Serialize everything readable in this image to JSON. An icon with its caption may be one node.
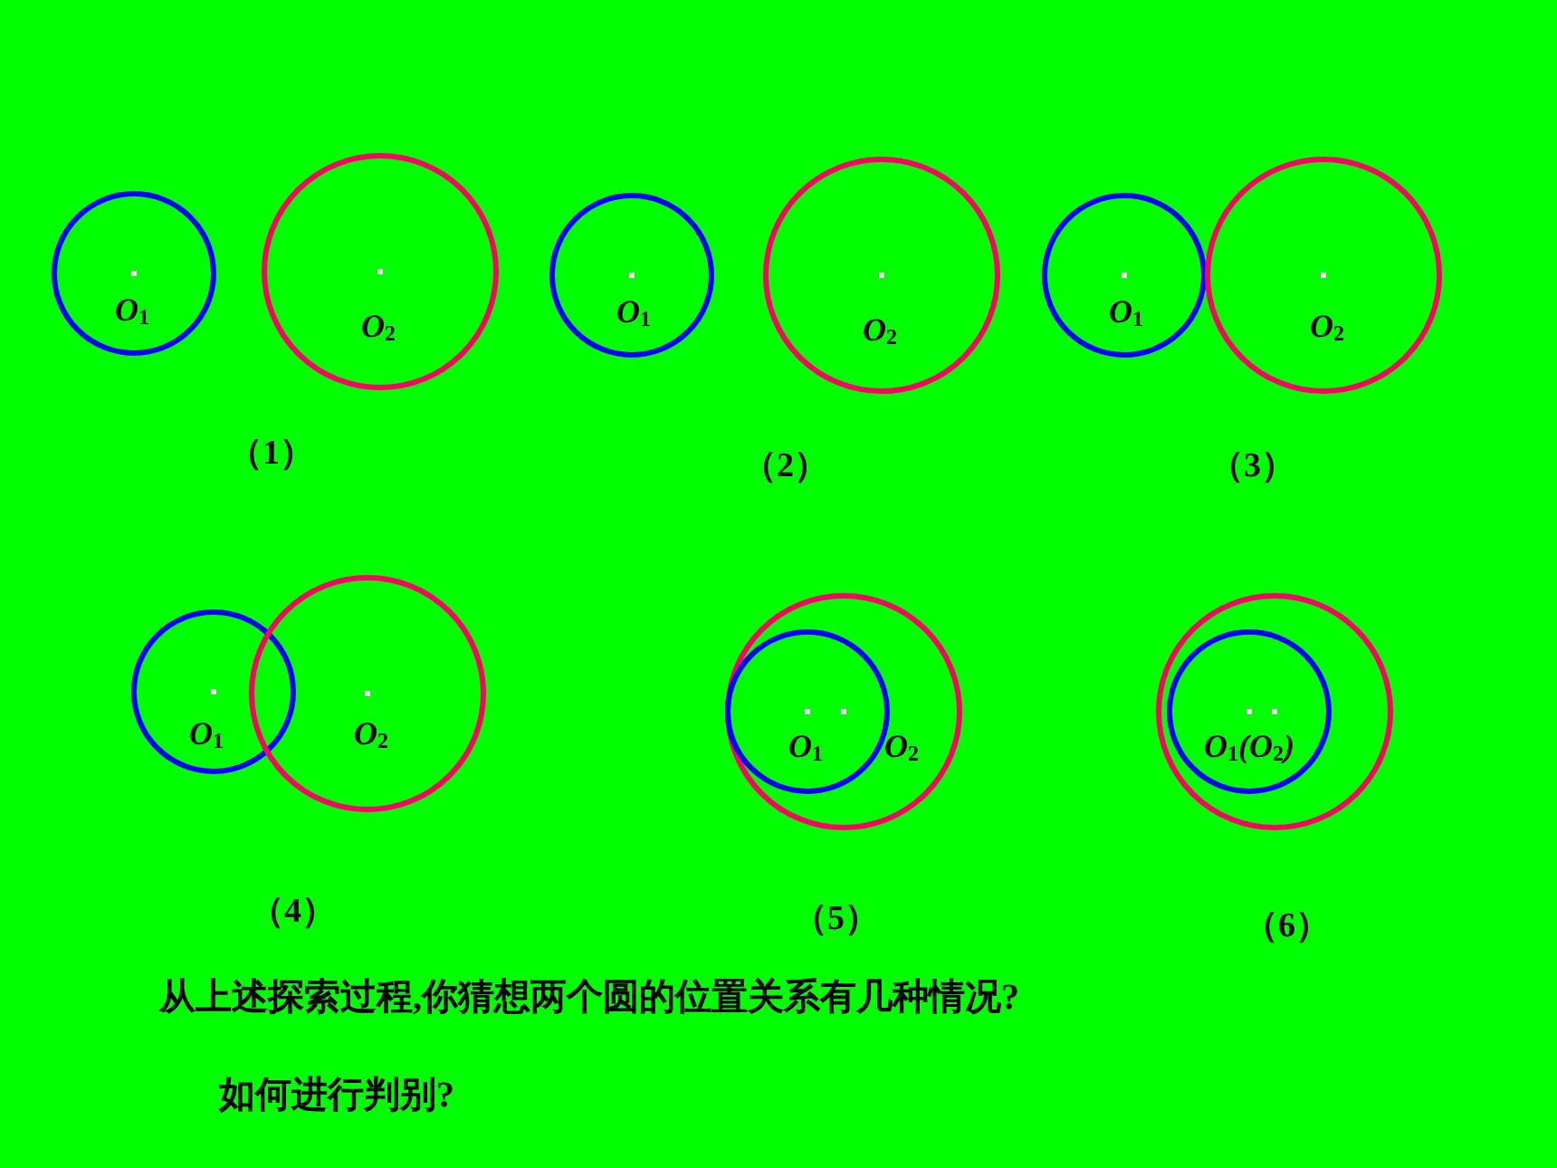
{
  "diagram": {
    "nodes": [
      {
        "text": [
          "O$_{1}$"
        ]
      },
      {
        "text": [
          "O$_{2}$"
        ]
      },
      {
        "text": [
          "O$_{1}$"
        ]
      },
      {
        "text": [
          "O$_{2}$"
        ]
      },
      {
        "text": [
          "O$_{1}$"
        ]
      },
      {
        "text": [
          "O$_{2}$"
        ]
      },
      {
        "text": [
          "O$_{1}$"
        ]
      },
      {
        "text": [
          "O$_{2}$"
        ]
      },
      {
        "text": [
          "O$_{2}$"
        ]
      },
      {
        "text": [
          "O$_{1}$"
        ],
        "in": 8
      },
      {
        "text": [],
        "shape": "circle"
      },
      {
        "text": [
          "O$_{1}$(O$_{2}$)"
        ],
        "in": 10
      }
    ],
    "edges": [],
    "labels": [
      "（1）",
      "（2）",
      "（3）",
      "（4）",
      "（5）",
      "（6）",
      "从上述探索过程,你猜想两个圆的位置关系有几种情况?",
      "如何进行判别?"
    ]
  }
}
